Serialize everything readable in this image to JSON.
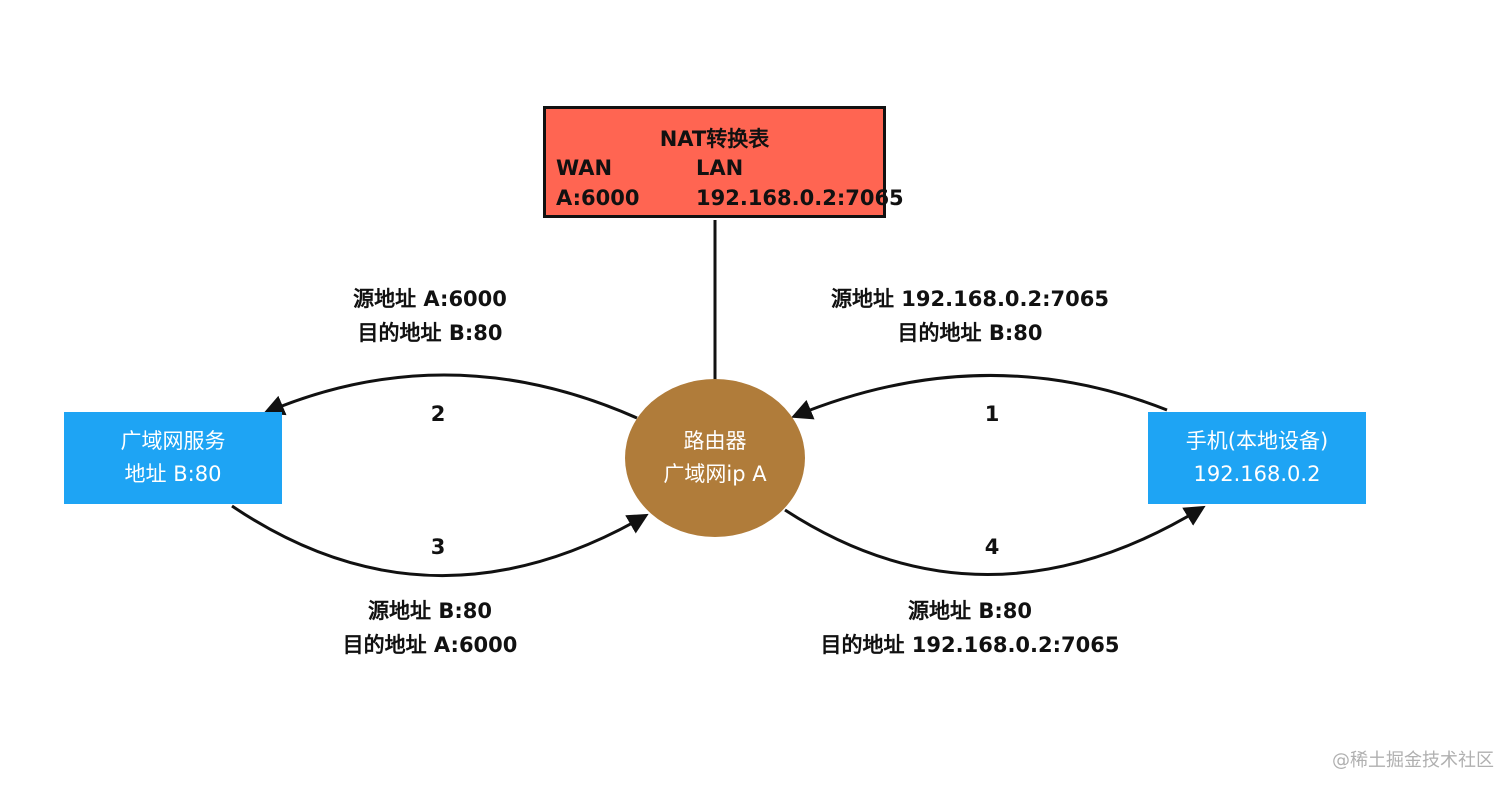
{
  "colors": {
    "nat_table_fill": "#ff6552",
    "service_box_fill": "#1ea4f4",
    "phone_box_fill": "#1ea4f4",
    "router_fill": "#b07c3a",
    "line": "#111111"
  },
  "nat_table": {
    "title": "NAT转换表",
    "wan_header": "WAN",
    "lan_header": "LAN",
    "wan_value": "A:6000",
    "lan_value": "192.168.0.2:7065"
  },
  "nodes": {
    "wan_service": {
      "line1": "广域网服务",
      "line2": "地址 B:80"
    },
    "router": {
      "line1": "路由器",
      "line2": "广域网ip A"
    },
    "phone": {
      "line1": "手机(本地设备)",
      "line2": "192.168.0.2"
    }
  },
  "flows": [
    {
      "step": "1",
      "source": "源地址 192.168.0.2:7065",
      "destination": "目的地址 B:80"
    },
    {
      "step": "2",
      "source": "源地址 A:6000",
      "destination": "目的地址 B:80"
    },
    {
      "step": "3",
      "source": "源地址 B:80",
      "destination": "目的地址 A:6000"
    },
    {
      "step": "4",
      "source": "源地址 B:80",
      "destination": "目的地址 192.168.0.2:7065"
    }
  ],
  "watermark": "@稀土掘金技术社区"
}
